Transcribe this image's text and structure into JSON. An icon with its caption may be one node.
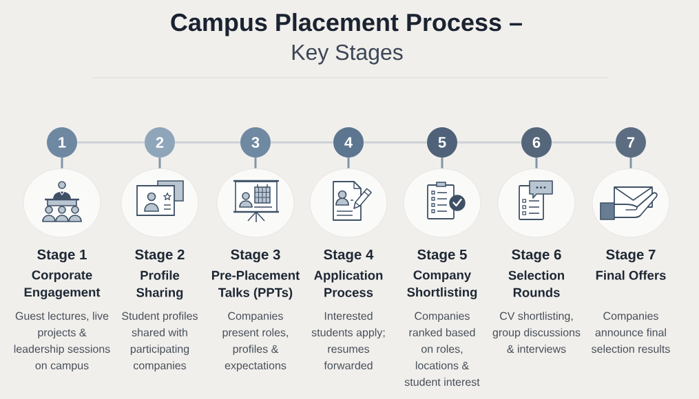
{
  "diagram": {
    "title": "Campus Placement Process –",
    "nodes": [
      {
        "text": [
          "1"
        ]
      },
      {
        "text": [
          "2"
        ]
      },
      {
        "text": [
          "3"
        ]
      },
      {
        "text": [
          "4"
        ]
      },
      {
        "text": [
          "5"
        ]
      },
      {
        "text": [
          "6"
        ]
      },
      {
        "text": [
          "7"
        ]
      },
      {
        "text": [],
        "shape": "circle",
        "beside": [
          "Stage 1",
          "Corporate Engagement",
          "Guest lectures, live projects & leadership sessions on campus"
        ]
      },
      {
        "text": [],
        "shape": "circle",
        "beside": [
          "Stage 2",
          "Profile Sharing",
          "Student profiles shared with participating companies"
        ]
      },
      {
        "text": [],
        "shape": "circle",
        "beside": [
          "Stage 3",
          "Pre-Placement Talks (PPTs)",
          "Companies present roles, profiles & expectations"
        ]
      },
      {
        "text": [],
        "shape": "circle",
        "beside": [
          "Stage 4",
          "Application Process",
          "Interested students apply; resumes forwarded"
        ]
      },
      {
        "text": [],
        "shape": "circle",
        "beside": [
          "Stage 5",
          "Company Shortlisting",
          "Companies ranked based on roles, locations & student interest"
        ]
      },
      {
        "text": [],
        "shape": "circle",
        "beside": [
          "Stage 6",
          "Selection Rounds",
          "CV shortlisting, group discussions & interviews"
        ]
      },
      {
        "text": [],
        "shape": "circle",
        "beside": [
          "Stage 7",
          "Final Offers",
          "Companies announce final selection results"
        ]
      }
    ],
    "edges": [
      {
        "from": 0,
        "to": 1,
        "arrow": "none"
      },
      {
        "from": 1,
        "to": 2,
        "arrow": "none"
      },
      {
        "from": 2,
        "to": 3,
        "arrow": "none"
      },
      {
        "from": 3,
        "to": 4,
        "arrow": "none"
      },
      {
        "from": 4,
        "to": 5,
        "arrow": "none"
      },
      {
        "from": 5,
        "to": 6,
        "arrow": "none"
      },
      {
        "from": 0,
        "to": 7,
        "arrow": "none",
        "color": "#8094a8"
      },
      {
        "from": 1,
        "to": 8,
        "arrow": "none",
        "color": "#8094a8"
      },
      {
        "from": 2,
        "to": 9,
        "arrow": "none",
        "color": "#8094a8"
      },
      {
        "from": 3,
        "to": 10,
        "arrow": "none",
        "color": "#8094a8"
      },
      {
        "from": 4,
        "to": 11,
        "arrow": "none",
        "color": "#8094a8"
      },
      {
        "from": 5,
        "to": 12,
        "arrow": "none",
        "color": "#8094a8"
      },
      {
        "from": 6,
        "to": 13,
        "arrow": "none",
        "color": "#8094a8"
      }
    ],
    "labels": [
      "Key Stages"
    ]
  }
}
